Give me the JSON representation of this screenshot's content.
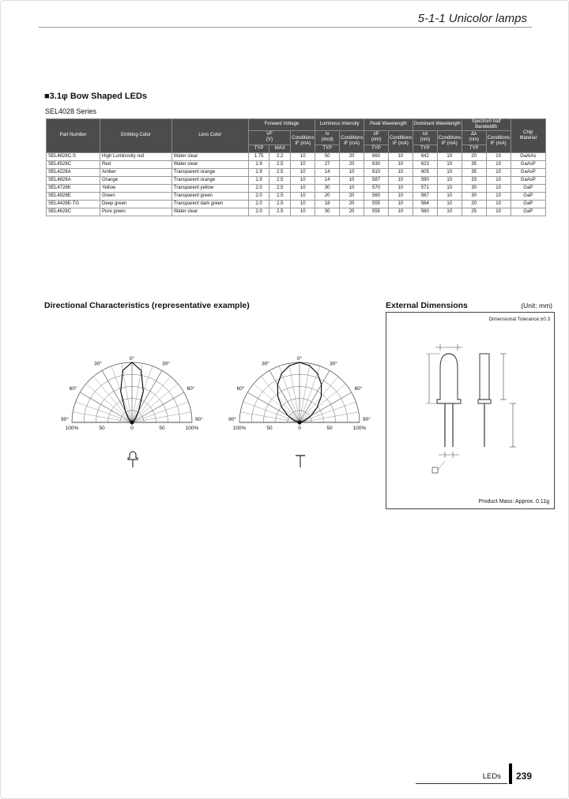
{
  "page": {
    "header_title": "5-1-1 Unicolor lamps",
    "section_title": "■3.1φ Bow Shaped LEDs",
    "series_label": "SEL4028 Series"
  },
  "table": {
    "headers": {
      "part_number": "Part Number",
      "emitting_color": "Emitting Color",
      "lens_color": "Lens Color",
      "forward_voltage": "Forward Voltage",
      "vf": "VF\n(V)",
      "typ": "TYP",
      "max": "MAX",
      "conditions": "Conditions\nIF (mA)",
      "luminous_intensity": "Luminous Intensity",
      "iv": "Iv\n(mcd)",
      "peak_wavelength": "Peak Wavelength",
      "lambda_p": "λP\n(nm)",
      "dominant_wavelength": "Dominant Wavelength",
      "lambda_d": "λd\n(nm)",
      "spectrum_half_bandwidth": "Spectrum half Bandwidth",
      "delta_lambda": "Δλ\n(nm)",
      "chip_material": "Chip\nMaterial"
    },
    "rows": [
      [
        "SEL4828C-S",
        "High Luminosity red",
        "Water clear",
        "1.75",
        "2.2",
        "10",
        "50",
        "20",
        "660",
        "10",
        "642",
        "10",
        "20",
        "10",
        "GaAlAs"
      ],
      [
        "SEL4528C",
        "Red",
        "Water clear",
        "1.9",
        "2.5",
        "10",
        "27",
        "20",
        "630",
        "10",
        "623",
        "10",
        "35",
        "10",
        "GaAsP"
      ],
      [
        "SEL4228A",
        "Amber",
        "Transparent orange",
        "1.9",
        "2.5",
        "10",
        "14",
        "10",
        "610",
        "10",
        "605",
        "10",
        "35",
        "10",
        "GaAsP"
      ],
      [
        "SEL4828A",
        "Orange",
        "Transparent orange",
        "1.9",
        "2.5",
        "10",
        "14",
        "10",
        "587",
        "10",
        "590",
        "10",
        "33",
        "10",
        "GaAsP"
      ],
      [
        "SEL4728K",
        "Yellow",
        "Transparent yellow",
        "2.0",
        "2.5",
        "10",
        "30",
        "10",
        "570",
        "10",
        "571",
        "10",
        "30",
        "10",
        "GaP"
      ],
      [
        "SEL4928E",
        "Green",
        "Transparent green",
        "2.0",
        "2.5",
        "10",
        "20",
        "20",
        "560",
        "10",
        "567",
        "10",
        "30",
        "10",
        "GaP"
      ],
      [
        "SEL4428E-TG",
        "Deep green",
        "Transparent dark green",
        "2.0",
        "2.5",
        "10",
        "18",
        "20",
        "555",
        "10",
        "564",
        "10",
        "20",
        "10",
        "GaP"
      ],
      [
        "SEL4628C",
        "Pure green",
        "Water clear",
        "2.0",
        "2.5",
        "10",
        "30",
        "20",
        "555",
        "10",
        "560",
        "10",
        "25",
        "10",
        "GaP"
      ]
    ]
  },
  "directional": {
    "title": "Directional Characteristics (representative example)"
  },
  "chart_data": [
    {
      "type": "polar",
      "name": "directional-characteristics-narrow",
      "angle_range": [
        -90,
        90
      ],
      "angle_grid_step_deg": 10,
      "angle_tick_labels": [
        "0°",
        "30°",
        "60°",
        "90°"
      ],
      "radial_rings_pct": [
        20,
        40,
        60,
        80,
        100
      ],
      "baseline_labels": [
        "100%",
        "50",
        "0",
        "50",
        "100%"
      ],
      "series": [
        {
          "name": "relative luminous intensity",
          "points": [
            [
              -90,
              0
            ],
            [
              -70,
              0
            ],
            [
              -60,
              1
            ],
            [
              -50,
              4
            ],
            [
              -40,
              10
            ],
            [
              -30,
              22
            ],
            [
              -20,
              55
            ],
            [
              -10,
              88
            ],
            [
              0,
              100
            ],
            [
              10,
              88
            ],
            [
              20,
              55
            ],
            [
              30,
              22
            ],
            [
              40,
              10
            ],
            [
              50,
              4
            ],
            [
              60,
              1
            ],
            [
              70,
              0
            ],
            [
              90,
              0
            ]
          ]
        }
      ]
    },
    {
      "type": "polar",
      "name": "directional-characteristics-wide",
      "angle_range": [
        -90,
        90
      ],
      "angle_grid_step_deg": 10,
      "angle_tick_labels": [
        "0°",
        "30°",
        "60°",
        "90°"
      ],
      "radial_rings_pct": [
        20,
        40,
        60,
        80,
        100
      ],
      "baseline_labels": [
        "100%",
        "50",
        "0",
        "50",
        "100%"
      ],
      "series": [
        {
          "name": "relative luminous intensity",
          "points": [
            [
              -90,
              0
            ],
            [
              -80,
              3
            ],
            [
              -70,
              10
            ],
            [
              -60,
              22
            ],
            [
              -50,
              38
            ],
            [
              -40,
              56
            ],
            [
              -30,
              73
            ],
            [
              -20,
              87
            ],
            [
              -10,
              96
            ],
            [
              0,
              100
            ],
            [
              10,
              96
            ],
            [
              20,
              87
            ],
            [
              30,
              73
            ],
            [
              40,
              56
            ],
            [
              50,
              38
            ],
            [
              60,
              22
            ],
            [
              70,
              10
            ],
            [
              80,
              3
            ],
            [
              90,
              0
            ]
          ]
        }
      ]
    }
  ],
  "external_dimensions": {
    "title": "External Dimensions",
    "unit_note": "(Unit: mm)",
    "tolerance_note": "Dimensional Tolerance:±0.3",
    "mass_note": "Product Mass: Approx. 0.11g"
  },
  "footer": {
    "label": "LEDs",
    "page_number": "239"
  }
}
